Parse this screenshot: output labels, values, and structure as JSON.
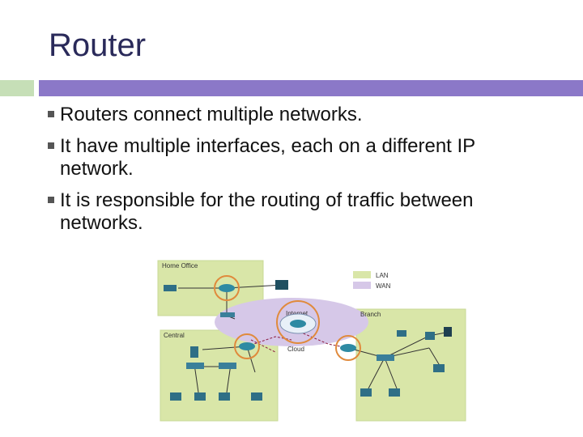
{
  "slide": {
    "title": "Router",
    "bullets": [
      "Routers connect multiple networks.",
      "It have multiple interfaces, each on a different IP network.",
      "It is responsible for the routing of traffic between networks."
    ]
  },
  "diagram": {
    "areas": {
      "home_office": "Home Office",
      "central": "Central",
      "branch": "Branch",
      "internet": "Internet",
      "cloud": "Cloud"
    },
    "legend": {
      "lan": "LAN",
      "wan": "WAN"
    },
    "colors": {
      "lan": "#d9e6a8",
      "wan": "#d6c8e8",
      "router_highlight": "#e08a3c"
    }
  }
}
